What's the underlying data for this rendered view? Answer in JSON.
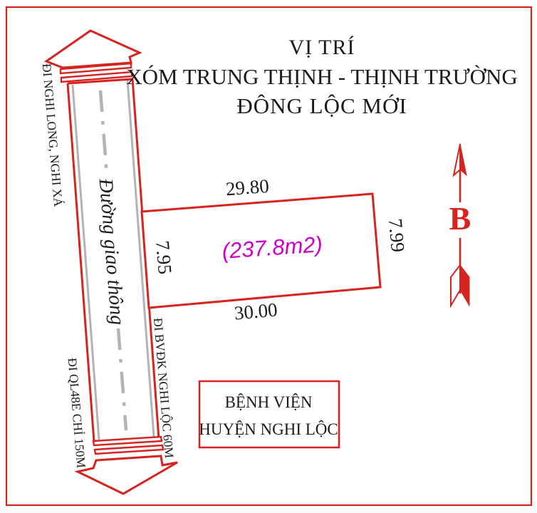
{
  "title": {
    "line1": "VỊ TRÍ",
    "line2": "XÓM TRUNG THỊNH - THỊNH TRƯỜNG",
    "line3": "ĐÔNG LỘC MỚI"
  },
  "road": {
    "name": "Đường giao thông",
    "direction_top_left": "ĐI NGHI LONG, NGHI XÁ",
    "direction_bottom_left": "ĐI QL48E CHỈ 150M",
    "direction_bottom_right": "ĐI BVĐK NGHI LỘC 60M"
  },
  "parcel": {
    "width_top": "29.80",
    "width_bottom": "30.00",
    "depth_left": "7.95",
    "depth_right": "7.99",
    "area": "(237.8m2)"
  },
  "compass": {
    "north_label": "B"
  },
  "landmark": {
    "line1": "BỆNH VIỆN",
    "line2": "HUYỆN NGHI LỘC"
  },
  "colors": {
    "outline_red": "#d7231f",
    "area_magenta": "#cc00cc",
    "road_gray": "#b3b3b3",
    "text_black": "#1b1b1b"
  }
}
